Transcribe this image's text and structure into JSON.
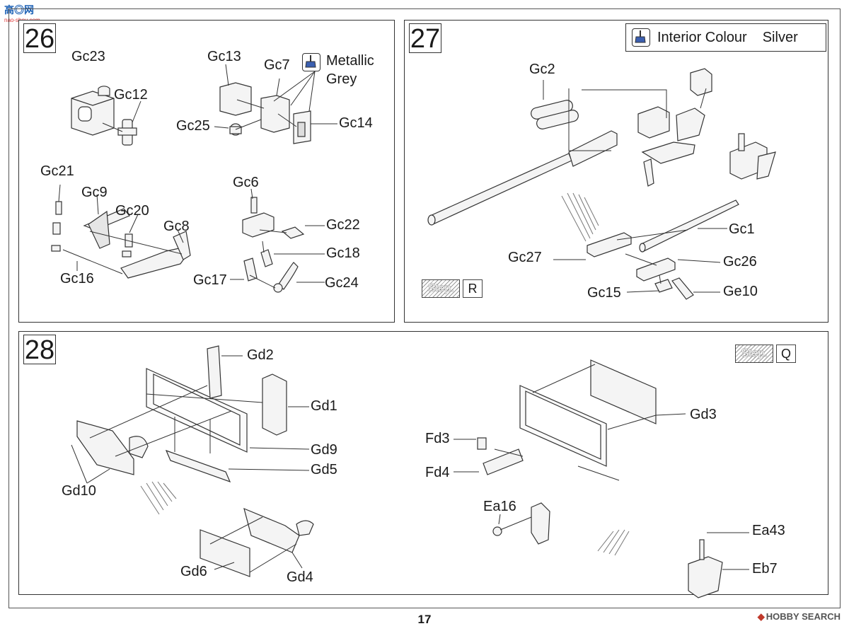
{
  "page_number": "17",
  "watermark_top_left": {
    "text": "高◎网",
    "sub": "nao-shou.com"
  },
  "watermark_bottom_right": {
    "text": "HOBBY SEARCH"
  },
  "steps": [
    {
      "number": "26",
      "labels": [
        "Gc23",
        "Gc12",
        "Gc13",
        "Gc7",
        "Gc25",
        "Gc14",
        "Gc21",
        "Gc9",
        "Gc20",
        "Gc8",
        "Gc16",
        "Gc6",
        "Gc22",
        "Gc18",
        "Gc17",
        "Gc24"
      ],
      "paint_note": {
        "line1": "Metallic",
        "line2": "Grey"
      }
    },
    {
      "number": "27",
      "colour_box": {
        "label": "Interior Colour",
        "colour": "Silver"
      },
      "labels": [
        "Gc2",
        "Gc1",
        "Gc27",
        "Gc26",
        "Gc15",
        "Ge10"
      ],
      "step_ref": {
        "text": "Step.",
        "letter": "R"
      }
    },
    {
      "number": "28",
      "labels": [
        "Gd2",
        "Gd1",
        "Gd9",
        "Gd5",
        "Gd10",
        "Gd6",
        "Gd4",
        "Gd3",
        "Fd3",
        "Fd4",
        "Ea16",
        "Ea43",
        "Eb7"
      ],
      "step_ref": {
        "text": "Step.",
        "letter": "Q"
      }
    }
  ]
}
